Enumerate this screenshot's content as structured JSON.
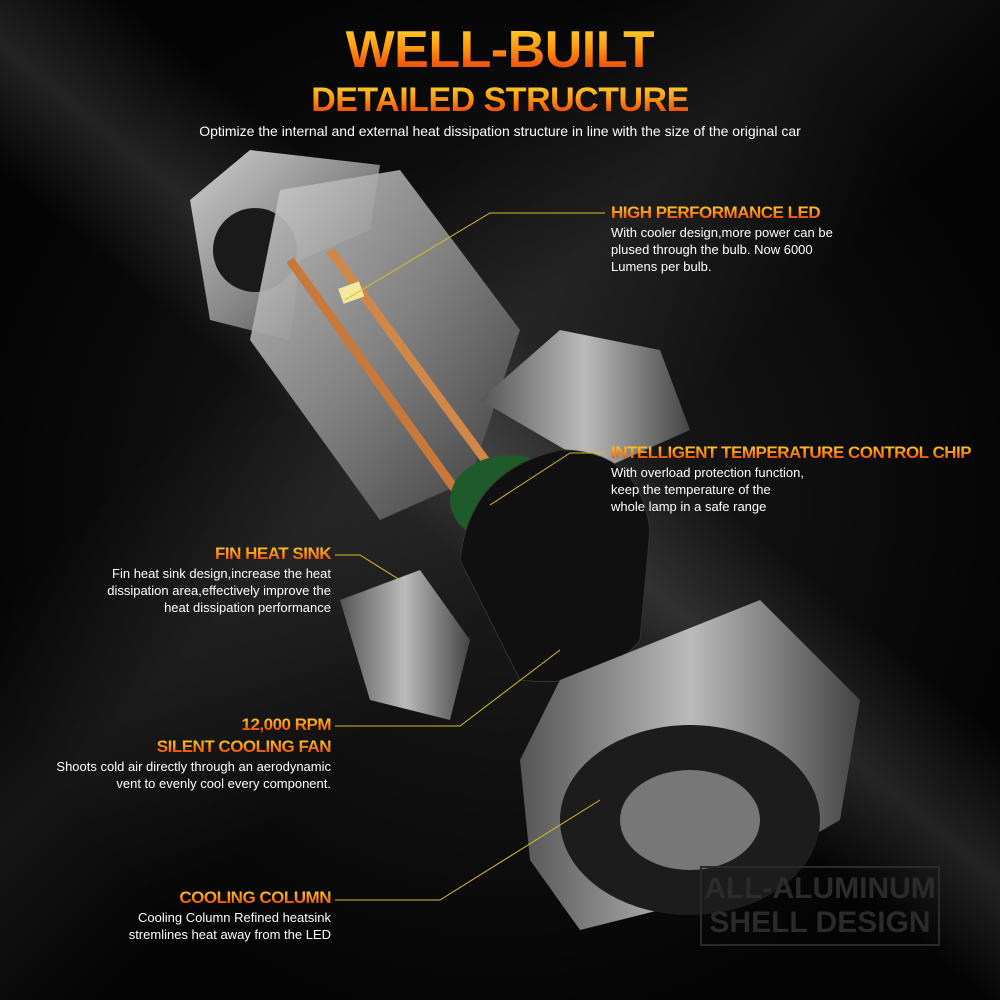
{
  "header": {
    "title": "WELL-BUILT",
    "subtitle": "DETAILED STRUCTURE",
    "tagline": "Optimize the internal and external heat dissipation structure in line with the size of the original car"
  },
  "callouts": [
    {
      "title": "HIGH PERFORMANCE LED",
      "lines": [
        "With cooler design,more power can be",
        "plused through the bulb.  Now 6000",
        "Lumens per bulb."
      ]
    },
    {
      "title": "INTELLIGENT TEMPERATURE CONTROL CHIP",
      "lines": [
        "With overload protection function,",
        "keep the temperature of the",
        "whole lamp in a safe range"
      ]
    },
    {
      "title": "FIN HEAT SINK",
      "lines": [
        "Fin heat sink design,increase the heat",
        "dissipation area,effectively improve the",
        "heat dissipation performance"
      ]
    },
    {
      "title": "12,000 RPM",
      "title2": "SILENT COOLING FAN",
      "lines": [
        "Shoots cold air directly through an aerodynamic",
        "vent to evenly cool every component."
      ]
    },
    {
      "title": "COOLING COLUMN",
      "lines": [
        "Cooling Column Refined heatsink ",
        "stremlines heat away from the LED"
      ]
    }
  ],
  "watermark": {
    "line1": "ALL-ALUMINUM",
    "line2": "SHELL DESIGN"
  },
  "colors": {
    "background": "#050505",
    "title_top": "#ffe23a",
    "title_bottom": "#e82008",
    "leader_line": "#d8c020"
  }
}
